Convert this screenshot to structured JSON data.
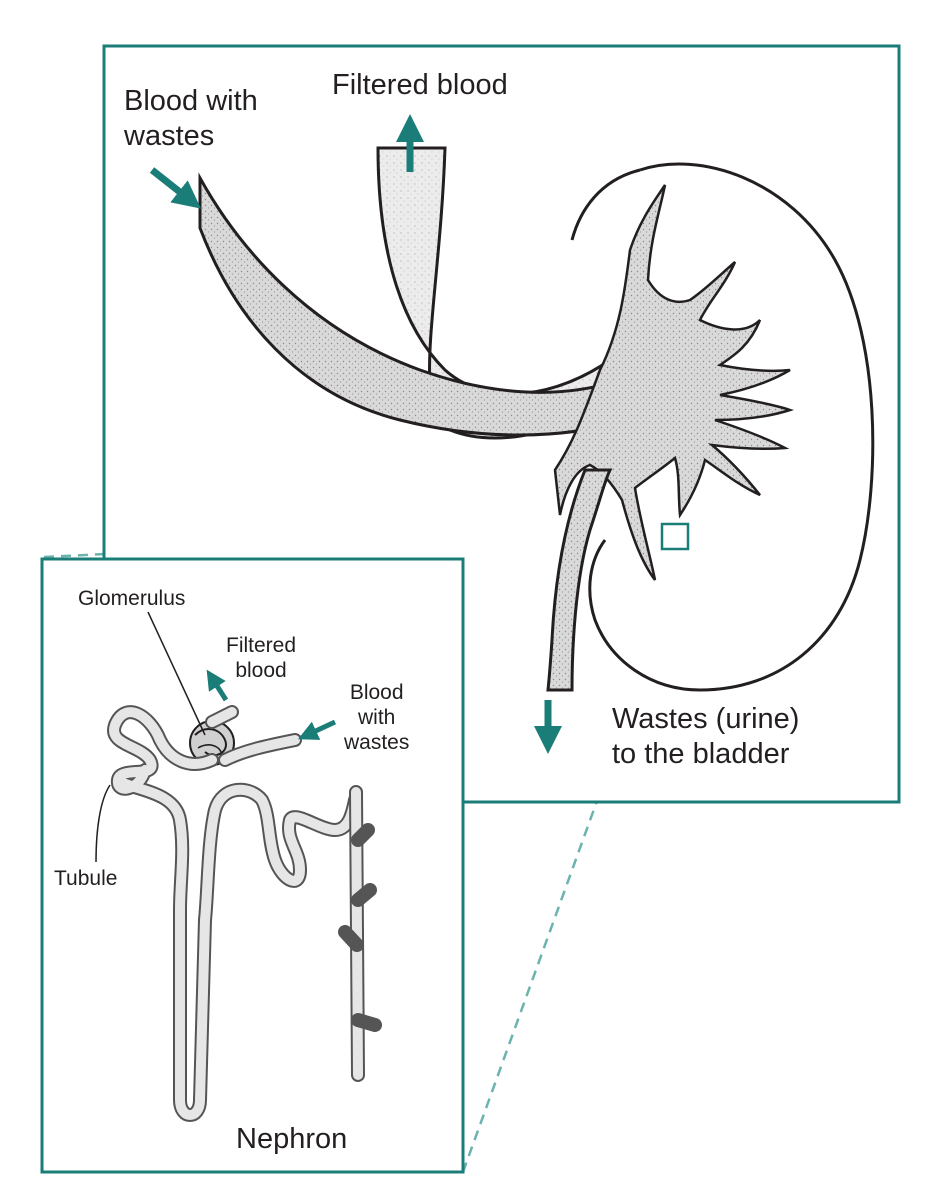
{
  "colors": {
    "accent": "#1a7d77",
    "dashed_line": "#6bb3ad",
    "outline": "#231f20",
    "vessel_fill": "#d8d8d8",
    "tubule_fill": "#c9c9c9",
    "background": "#ffffff"
  },
  "kidney_panel": {
    "blood_in_label_line1": "Blood with",
    "blood_in_label_line2": "wastes",
    "blood_out_label": "Filtered blood",
    "urine_label_line1": "Wastes (urine)",
    "urine_label_line2": "to the bladder"
  },
  "nephron_panel": {
    "glomerulus_label": "Glomerulus",
    "filtered_label_line1": "Filtered",
    "filtered_label_line2": "blood",
    "blood_in_label_line1": "Blood",
    "blood_in_label_line2": "with",
    "blood_in_label_line3": "wastes",
    "tubule_label": "Tubule",
    "caption": "Nephron"
  }
}
